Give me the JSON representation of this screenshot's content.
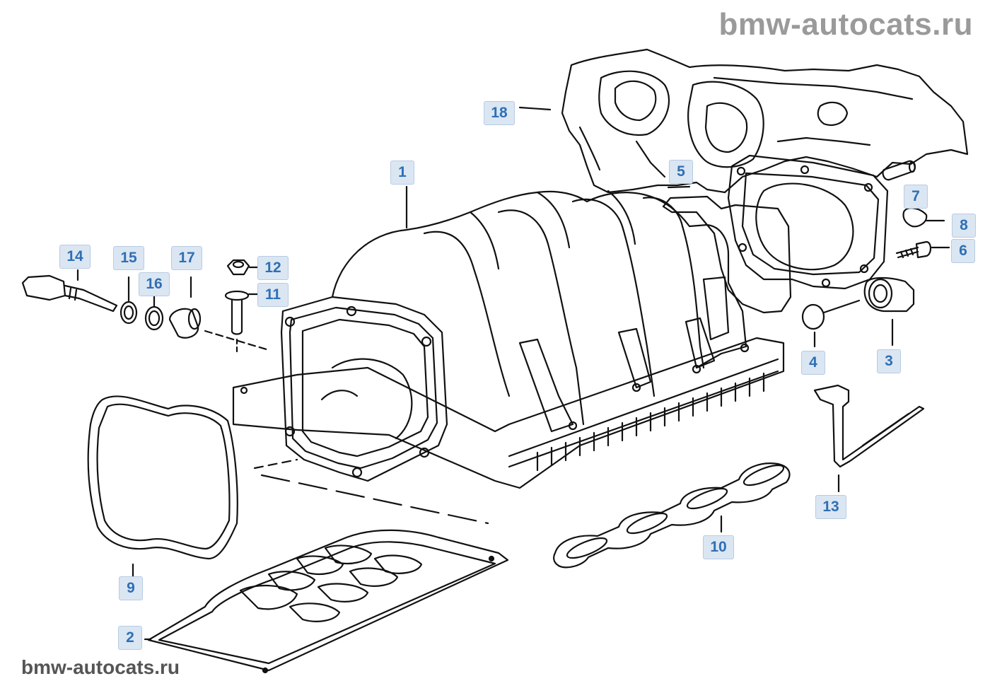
{
  "watermark": {
    "top": "bmw-autocats.ru",
    "bottom": "bmw-autocats.ru"
  },
  "colors": {
    "callout_fill": "#dbe6f3",
    "callout_text": "#2f6fb4",
    "line_art": "#111111",
    "watermark_top": "#9a9a9a"
  },
  "callouts": {
    "c1": "1",
    "c2": "2",
    "c3": "3",
    "c4": "4",
    "c5": "5",
    "c6": "6",
    "c7": "7",
    "c8": "8",
    "c9": "9",
    "c10": "10",
    "c11": "11",
    "c12": "12",
    "c13": "13",
    "c14": "14",
    "c15": "15",
    "c16": "16",
    "c17": "17",
    "c18": "18"
  }
}
